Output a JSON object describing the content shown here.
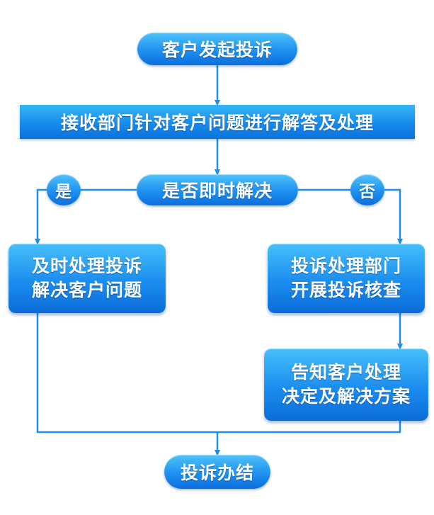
{
  "nodes": {
    "start": "客户发起投诉",
    "receive": "接收部门针对客户问题进行解答及处理",
    "decision": "是否即时解决",
    "yes_label": "是",
    "no_label": "否",
    "yes_action": {
      "line1": "及时处理投诉",
      "line2": "解决客户问题"
    },
    "no_action": {
      "line1": "投诉处理部门",
      "line2": "开展投诉核查"
    },
    "notify": {
      "line1": "告知客户处理",
      "line2": "决定及解决方案"
    },
    "end": "投诉办结"
  },
  "colors": {
    "line": "#1e8ff0",
    "node_top": "#4fc3fb",
    "node_bottom": "#0a6fdc"
  }
}
